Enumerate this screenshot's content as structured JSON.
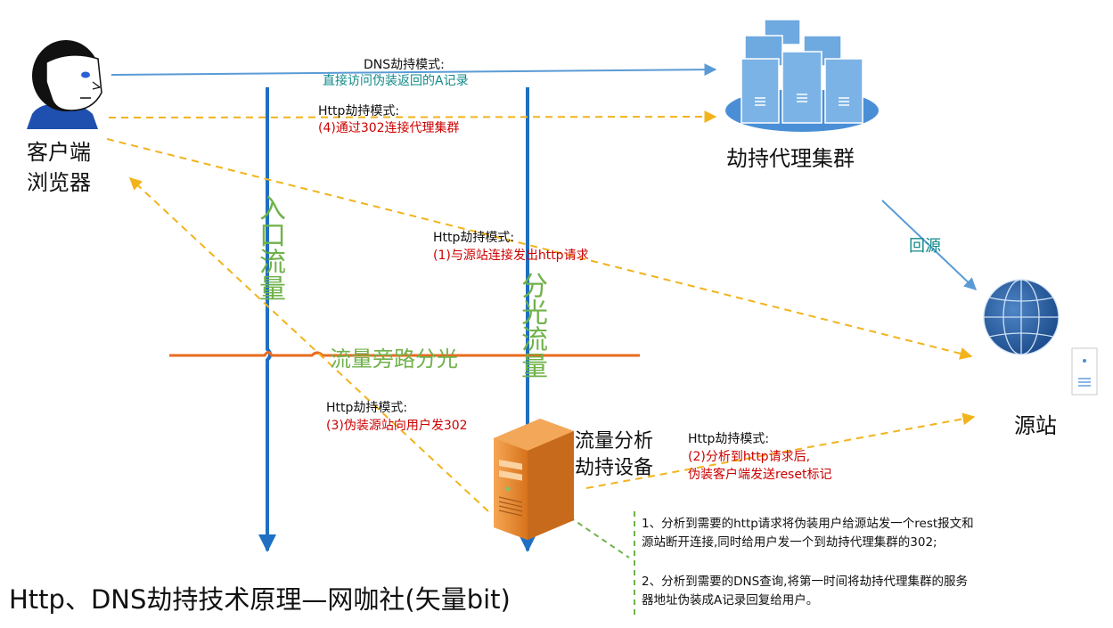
{
  "labels": {
    "client_line1": "客户端",
    "client_line2": "浏览器",
    "proxy_cluster": "劫持代理集群",
    "origin": "源站",
    "back_to_origin": "回源",
    "inbound_traffic": "入口流量",
    "split_traffic": "分光流量",
    "bypass_split": "流量旁路分光",
    "analysis_device_line1": "流量分析",
    "analysis_device_line2": "劫持设备"
  },
  "edges": {
    "dns_mode_title": "DNS劫持模式:",
    "dns_mode_detail": "直接访问伪装返回的A记录",
    "http4_title": "Http劫持模式:",
    "http4_detail": "(4)通过302连接代理集群",
    "http1_title": "Http劫持模式:",
    "http1_detail": "(1)与源站连接发出http请求",
    "http3_title": "Http劫持模式:",
    "http3_detail": "(3)伪装源站向用户发302",
    "http2_title": "Http劫持模式:",
    "http2_detail_line1": "(2)分析到http请求后,",
    "http2_detail_line2": "伪装客户端发送reset标记"
  },
  "notes": {
    "note1_line1": "1、分析到需要的http请求将伪装用户给源站发一个rest报文和",
    "note1_line2": "源站断开连接,同时给用户发一个到劫持代理集群的302;",
    "note2_line1": "2、分析到需要的DNS查询,将第一时间将劫持代理集群的服务",
    "note2_line2": "器地址伪装成A记录回复给用户。"
  },
  "title": "Http、DNS劫持技术原理—网咖社(矢量bit)",
  "colors": {
    "blue_line": "#1f6fc2",
    "orange_line": "#e86b1f",
    "dashed_yellow": "#f2b31b",
    "green": "#6fb24a",
    "red": "#cc0000",
    "teal": "#128a8a",
    "server_blue": "#6ea9e0"
  },
  "icons": [
    "person-icon",
    "server-cluster-icon",
    "globe-icon",
    "document-icon",
    "tower-server-icon"
  ]
}
